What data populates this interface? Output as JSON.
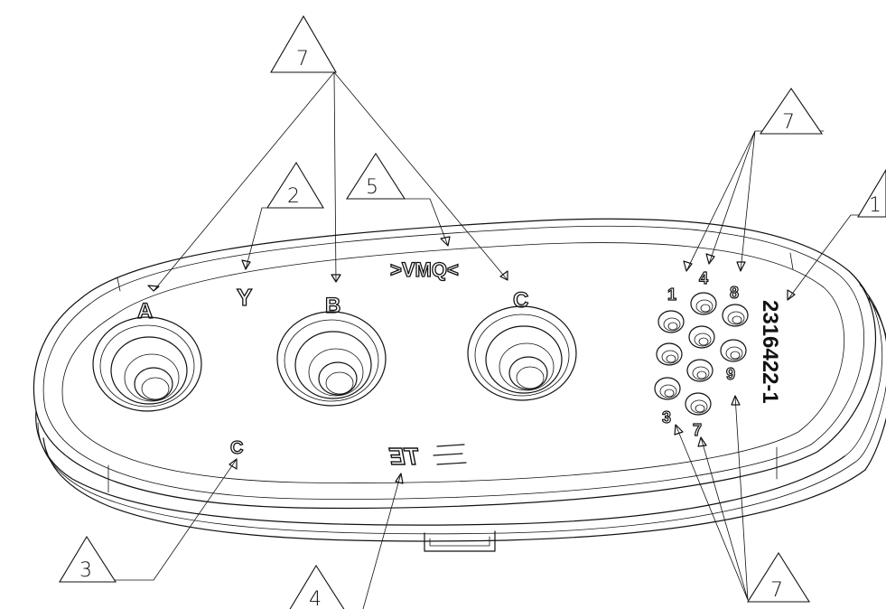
{
  "callouts": {
    "top_center": "7",
    "label_y": "2",
    "label_vmq": "5",
    "top_right": "7",
    "part_number": "1",
    "bottom_left": "3",
    "bottom_center": "4",
    "bottom_right": "7"
  },
  "cavity_labels": {
    "a": "A",
    "b": "B",
    "c": "C"
  },
  "markings": {
    "y": "Y",
    "vmq": ">VMQ<",
    "c_small": "C",
    "logo": "TE"
  },
  "pin_labels": {
    "p1": "1",
    "p4": "4",
    "p8": "8",
    "p3": "3",
    "p7": "7",
    "p9": "9"
  },
  "part_number": "2316422-1"
}
